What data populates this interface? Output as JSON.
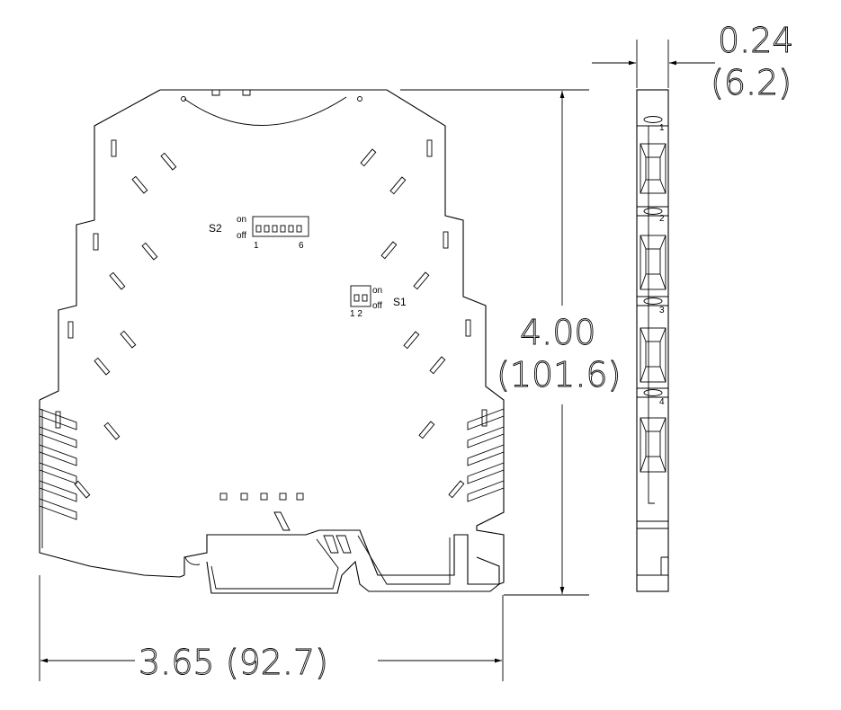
{
  "dimensions": {
    "thickness_in": "0.24",
    "thickness_mm": "(6.2)",
    "height_in": "4.00",
    "height_mm": "(101.6)",
    "width_label": "3.65 (92.7)"
  },
  "switches": {
    "s2_label": "S2",
    "s2_on": "on",
    "s2_off": "off",
    "s2_first": "1",
    "s2_last": "6",
    "s1_label": "S1",
    "s1_on": "on",
    "s1_off": "off",
    "s1_positions": "1 2"
  },
  "terminals": [
    "1",
    "2",
    "3",
    "4"
  ]
}
